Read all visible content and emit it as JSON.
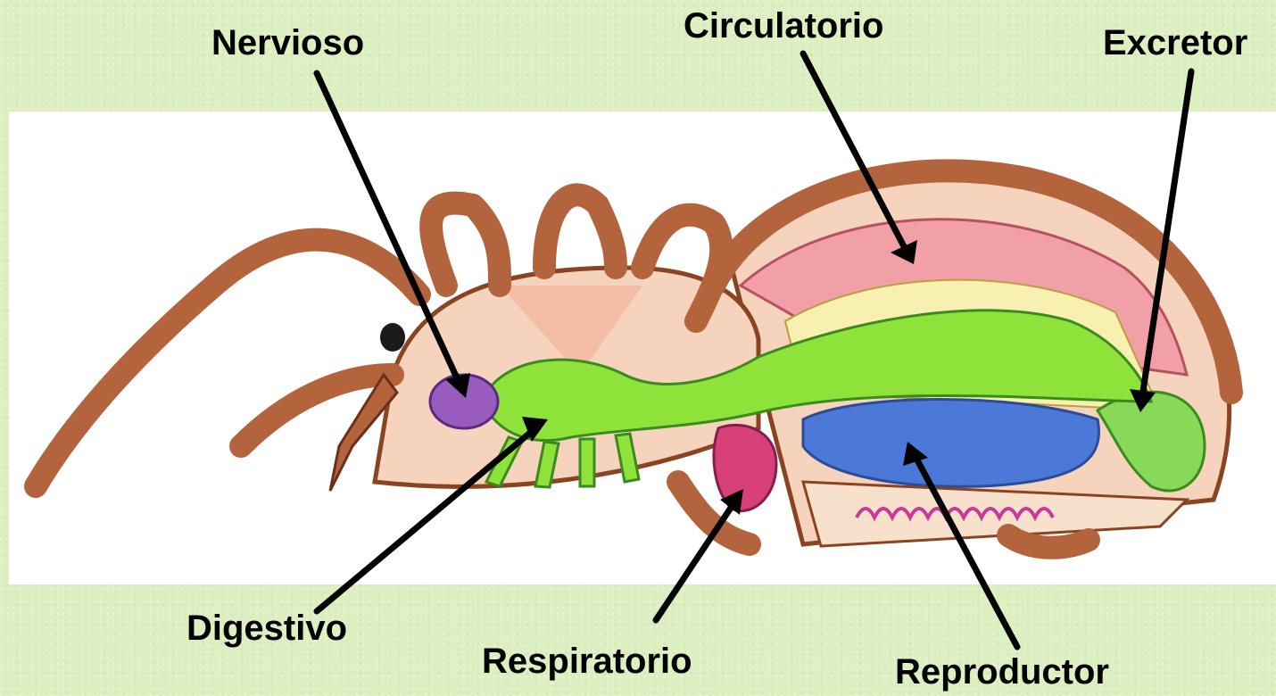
{
  "labels": {
    "nervioso": "Nervioso",
    "circulatorio": "Circulatorio",
    "excretor": "Excretor",
    "digestivo": "Digestivo",
    "respiratorio": "Respiratorio",
    "reproductor": "Reproductor"
  },
  "colors": {
    "background": "#dcefc0",
    "leg": "#b4643c",
    "digestive": "#8ee23a",
    "circulatory": "#f2a0a8",
    "reproductive": "#4c78d8",
    "nervous": "#9a5bbf",
    "respiratory": "#d8407a",
    "excretory": "#88d85a",
    "pointer": "#000000"
  }
}
